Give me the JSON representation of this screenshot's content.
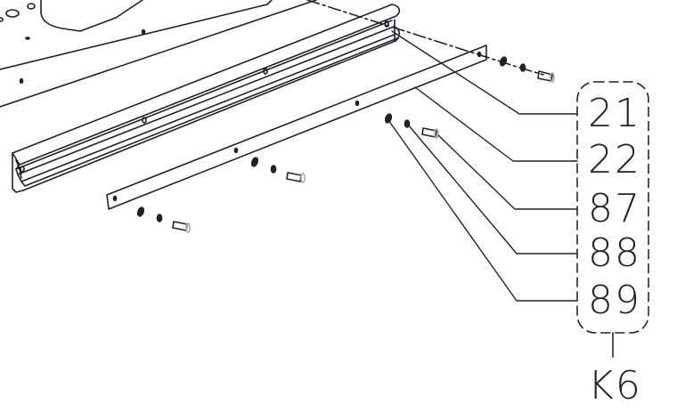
{
  "diagram": {
    "type": "exploded-parts-diagram",
    "line_color": "#1f2328",
    "background": "#ffffff",
    "callouts": [
      {
        "number": "21",
        "part": "long-rail"
      },
      {
        "number": "22",
        "part": "flat-strip"
      },
      {
        "number": "87",
        "part": "screw"
      },
      {
        "number": "88",
        "part": "lock-washer"
      },
      {
        "number": "89",
        "part": "flat-washer"
      }
    ],
    "group_label": "K6"
  }
}
